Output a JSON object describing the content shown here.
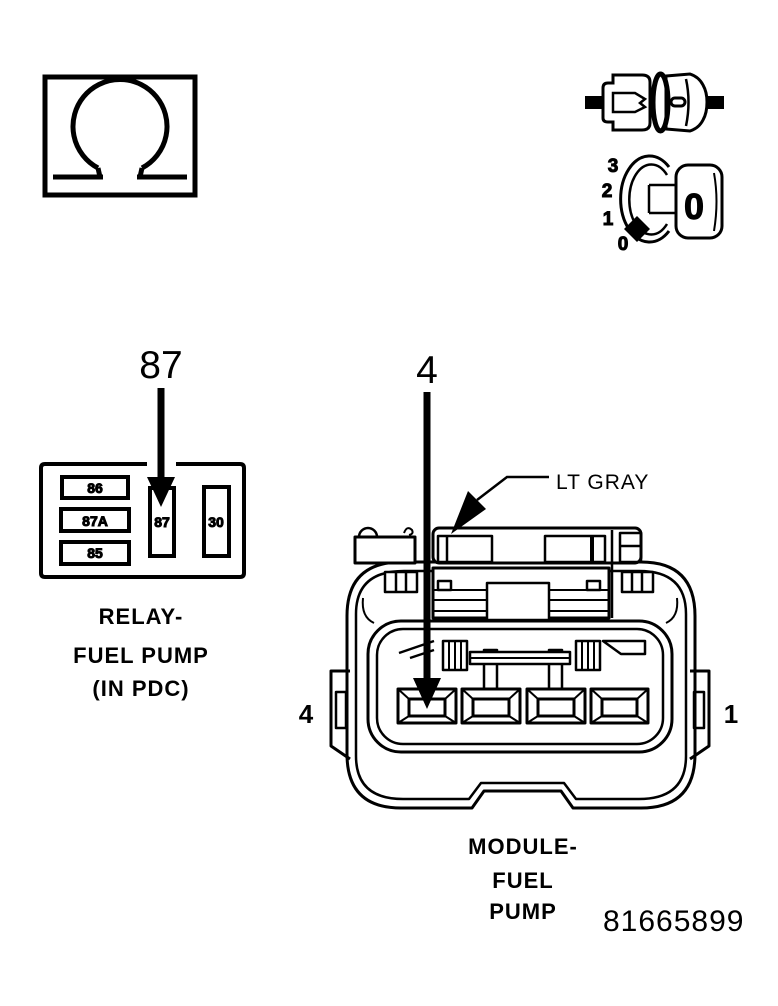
{
  "colors": {
    "line": "#000000",
    "background": "#ffffff"
  },
  "figure_number": "81665899",
  "ohmmeter": {
    "icon": "omega-ohmmeter-symbol"
  },
  "inline_symbol": {
    "icon": "in-line-connector-symbol"
  },
  "ignition_switch": {
    "icon": "ignition-key-switch-symbol",
    "positions": [
      "3",
      "2",
      "1",
      "0"
    ],
    "key_face": "0"
  },
  "relay": {
    "callout_pin": "87",
    "cavities": [
      "86",
      "87A",
      "85",
      "87",
      "30"
    ],
    "caption": [
      "RELAY-",
      "FUEL PUMP",
      "(IN PDC)"
    ]
  },
  "module_connector": {
    "callout_pin": "4",
    "color_label": "LT GRAY",
    "pin_left": "4",
    "pin_right": "1",
    "caption": [
      "MODULE-",
      "FUEL",
      "PUMP"
    ]
  }
}
